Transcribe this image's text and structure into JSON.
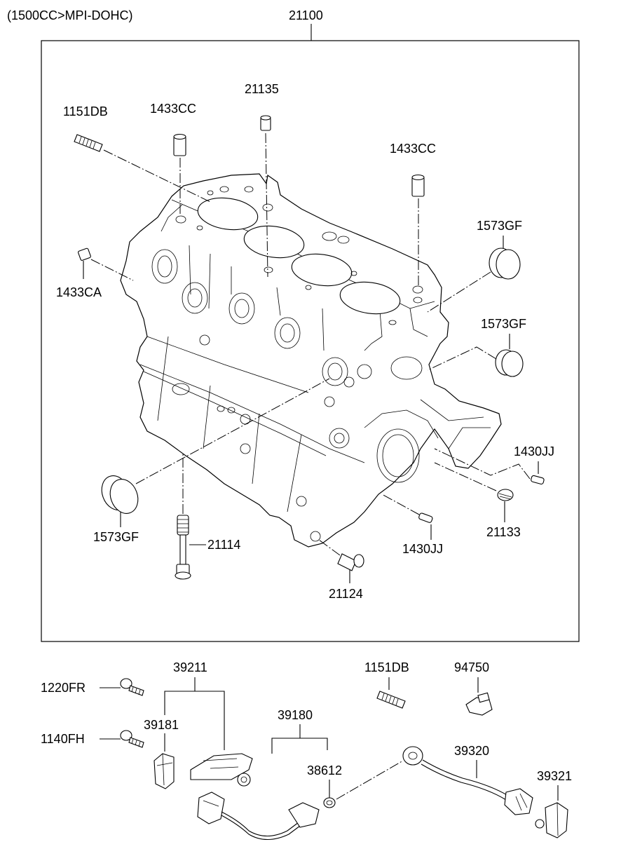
{
  "header": {
    "engine_spec": "(1500CC>MPI-DOHC)"
  },
  "assembly": {
    "code": "21100"
  },
  "labels": {
    "stud_top": "1151DB",
    "dowel_top_left": "1433CC",
    "dowel_top_center": "21135",
    "dowel_top_right": "1433CC",
    "plug_right_upper": "1573GF",
    "dowel_left": "1433CA",
    "plug_right_lower": "1573GF",
    "pin_right": "1430JJ",
    "plug_bottom_left": "1573GF",
    "bolt_bottom": "21114",
    "drain_plug": "21133",
    "pin_bottom": "1430JJ",
    "bushing_bottom": "21124",
    "bolt_1220": "1220FR",
    "bracket_asm": "39211",
    "bracket": "39181",
    "bolt_1140": "1140FH",
    "sensor_crank": "39180",
    "stud_bottom": "1151DB",
    "switch_oil": "94750",
    "oring": "38612",
    "sensor_knock": "39320",
    "clip": "39321"
  }
}
